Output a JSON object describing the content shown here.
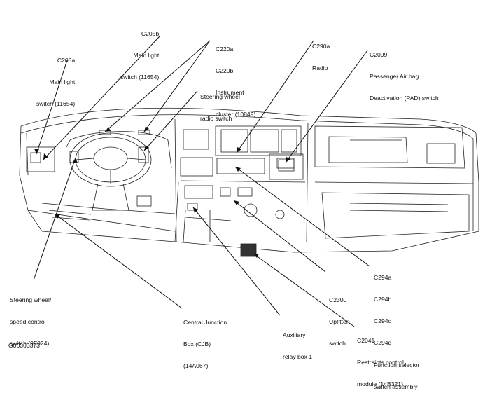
{
  "figure_id": "G00360373",
  "callouts": [
    {
      "id": "c205b",
      "lines": [
        "C205b",
        "Main light",
        "switch (11654)"
      ]
    },
    {
      "id": "c205a",
      "lines": [
        "C205a",
        "Main light",
        "switch (11654)"
      ]
    },
    {
      "id": "c220",
      "lines": [
        "C220a",
        "C220b",
        "Instrument",
        "cluster (10849)"
      ]
    },
    {
      "id": "c290a",
      "lines": [
        "C290a",
        "Radio"
      ]
    },
    {
      "id": "c2099",
      "lines": [
        "C2099",
        "Passenger Air bag",
        "Deactivation (PAD) switch"
      ]
    },
    {
      "id": "steering-radio",
      "lines": [
        "Steering wheel",
        "radio switch"
      ]
    },
    {
      "id": "c294",
      "lines": [
        "C294a",
        "C294b",
        "C294c",
        "C294d",
        "Function selector",
        "switch assembly"
      ]
    },
    {
      "id": "c2300",
      "lines": [
        "C2300",
        "Upfitter",
        "switch"
      ]
    },
    {
      "id": "steering-speed",
      "lines": [
        "Steering wheel/",
        "speed control",
        "switch (9F924)"
      ]
    },
    {
      "id": "cjb",
      "lines": [
        "Central Junction",
        "Box (CJB)",
        "(14A067)"
      ]
    },
    {
      "id": "aux-relay",
      "lines": [
        "Auxiliary",
        "relay box 1"
      ]
    },
    {
      "id": "c2041",
      "lines": [
        "C2041",
        "Restraints control",
        "module (14B321)"
      ]
    }
  ]
}
